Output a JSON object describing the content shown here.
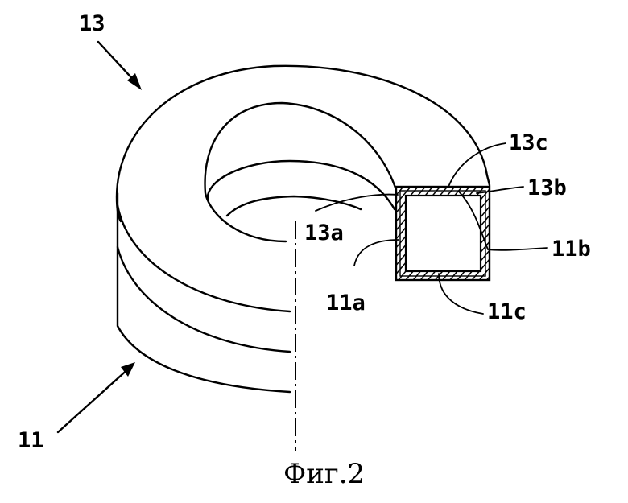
{
  "labels": {
    "l13": "13",
    "l11": "11",
    "l13a": "13a",
    "l13b": "13b",
    "l13c": "13c",
    "l11a": "11a",
    "l11b": "11b",
    "l11c": "11c"
  },
  "caption": "Фиг.2",
  "colors": {
    "ink": "#000000",
    "paper": "#ffffff"
  }
}
